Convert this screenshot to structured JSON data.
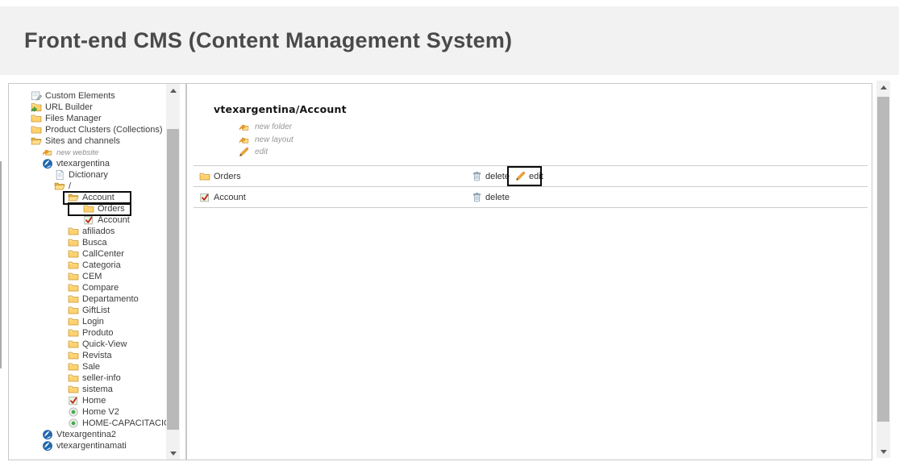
{
  "header": {
    "title": "Front-end CMS (Content Management System)"
  },
  "tree": {
    "items": [
      {
        "label": "Custom Elements",
        "icon": "custom-elements",
        "indent": 0
      },
      {
        "label": "URL Builder",
        "icon": "url-builder",
        "indent": 0
      },
      {
        "label": "Files Manager",
        "icon": "folder",
        "indent": 0
      },
      {
        "label": "Product Clusters (Collections)",
        "icon": "folder",
        "indent": 0
      },
      {
        "label": "Sites and channels",
        "icon": "folder-open",
        "indent": 0
      },
      {
        "label": "new website",
        "icon": "new-action",
        "indent": 1,
        "style": "action"
      },
      {
        "label": "vtexargentina",
        "icon": "globe",
        "indent": 1
      },
      {
        "label": "Dictionary",
        "icon": "page",
        "indent": 2
      },
      {
        "label": "/",
        "icon": "folder-open",
        "indent": 2
      },
      {
        "label": "Account",
        "icon": "folder-open",
        "indent": 3,
        "boxed": true
      },
      {
        "label": "Orders",
        "icon": "folder",
        "indent": 4,
        "boxed": true
      },
      {
        "label": "Account",
        "icon": "layout-check",
        "indent": 4
      },
      {
        "label": "afiliados",
        "icon": "folder",
        "indent": 3
      },
      {
        "label": "Busca",
        "icon": "folder",
        "indent": 3
      },
      {
        "label": "CallCenter",
        "icon": "folder",
        "indent": 3
      },
      {
        "label": "Categoria",
        "icon": "folder",
        "indent": 3
      },
      {
        "label": "CEM",
        "icon": "folder",
        "indent": 3
      },
      {
        "label": "Compare",
        "icon": "folder",
        "indent": 3
      },
      {
        "label": "Departamento",
        "icon": "folder",
        "indent": 3
      },
      {
        "label": "GiftList",
        "icon": "folder",
        "indent": 3
      },
      {
        "label": "Login",
        "icon": "folder",
        "indent": 3
      },
      {
        "label": "Produto",
        "icon": "folder",
        "indent": 3
      },
      {
        "label": "Quick-View",
        "icon": "folder",
        "indent": 3
      },
      {
        "label": "Revista",
        "icon": "folder",
        "indent": 3
      },
      {
        "label": "Sale",
        "icon": "folder",
        "indent": 3
      },
      {
        "label": "seller-info",
        "icon": "folder",
        "indent": 3
      },
      {
        "label": "sistema",
        "icon": "folder",
        "indent": 3
      },
      {
        "label": "Home",
        "icon": "layout-check",
        "indent": 3
      },
      {
        "label": "Home V2",
        "icon": "layout-dot",
        "indent": 3
      },
      {
        "label": "HOME-CAPACITACION",
        "icon": "layout-dot",
        "indent": 3
      },
      {
        "label": "Vtexargentina2",
        "icon": "globe",
        "indent": 1
      },
      {
        "label": "vtexargentinamati",
        "icon": "globe",
        "indent": 1
      }
    ]
  },
  "main": {
    "breadcrumb": "vtexargentina/Account",
    "actions": [
      {
        "label": "new folder",
        "icon": "new-action"
      },
      {
        "label": "new layout",
        "icon": "new-action"
      },
      {
        "label": "edit",
        "icon": "pencil"
      }
    ],
    "rows": [
      {
        "label": "Orders",
        "icon": "folder",
        "actions": [
          {
            "label": "delete",
            "icon": "trash"
          },
          {
            "label": "edit",
            "icon": "pencil",
            "boxed": true
          }
        ]
      },
      {
        "label": "Account",
        "icon": "layout-check",
        "actions": [
          {
            "label": "delete",
            "icon": "trash"
          }
        ]
      }
    ]
  },
  "annotations": {
    "highlighted_items": [
      "Account tree folder",
      "Orders tree folder",
      "edit action on Orders row"
    ]
  },
  "colors": {
    "header_bg": "#f2f2f2",
    "panel_border": "#c8c8c8",
    "annotation": "#0a0a0a",
    "scrollbar_thumb": "#b9b9b9",
    "accent_orange": "#f59a23",
    "folder_yellow": "#ffd978",
    "check_red": "#c4281c",
    "globe_blue": "#2268ae"
  }
}
